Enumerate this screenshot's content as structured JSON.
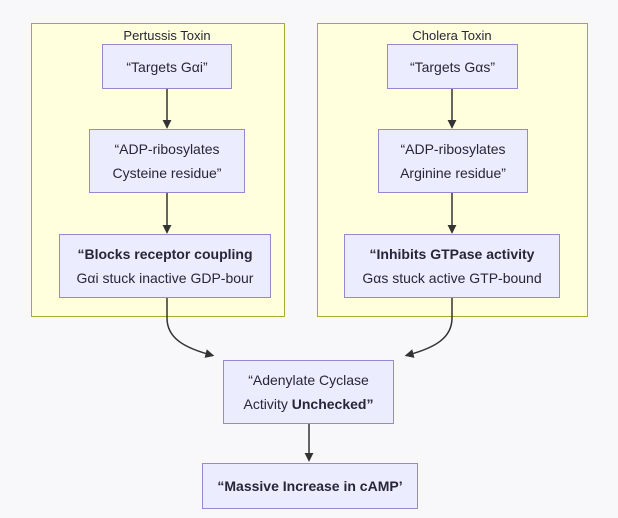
{
  "diagram": {
    "type": "flowchart",
    "colors": {
      "background": "#f8f8fb",
      "cluster_fill": "#ffffde",
      "cluster_border": "#aaaa33",
      "node_fill": "#ececff",
      "node_border": "#9a86d2",
      "edge": "#333333",
      "text": "#262637"
    },
    "clusters": [
      {
        "label": "Pertussis Toxin"
      },
      {
        "label": "Cholera Toxin"
      }
    ],
    "nodes": {
      "pt1": {
        "line1": "“Targets Gαi”"
      },
      "pt2": {
        "line1": "“ADP-ribosylates",
        "line2": "Cysteine residue”"
      },
      "pt3": {
        "line1_bold": "“Blocks receptor coupling",
        "line2": "Gαi stuck inactive GDP-bour"
      },
      "ct1": {
        "line1": "“Targets Gαs”"
      },
      "ct2": {
        "line1": "“ADP-ribosylates",
        "line2": "Arginine residue”"
      },
      "ct3": {
        "line1_bold": "“Inhibits GTPase activity",
        "line2": "Gαs stuck active GTP-bound"
      },
      "merge": {
        "line1": "“Adenylate Cyclase",
        "line2_regular": "Activity ",
        "line2_bold": "Unchecked”"
      },
      "result": {
        "line1_bold": "“Massive Increase in cAMP’"
      }
    }
  }
}
